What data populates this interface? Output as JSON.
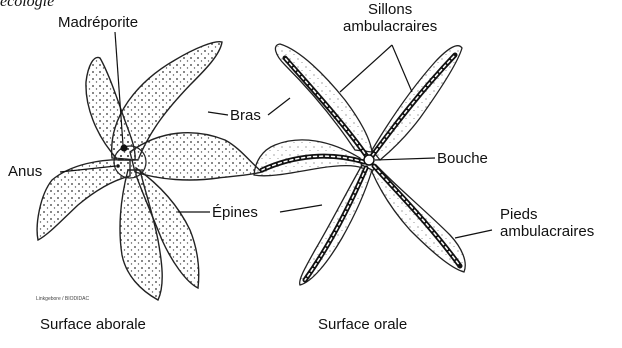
{
  "corner_text": "ecologie",
  "labels": {
    "madreporite": "Madréporite",
    "sillons": "Sillons\nambulacraires",
    "bras": "Bras",
    "anus": "Anus",
    "bouche": "Bouche",
    "epines": "Épines",
    "pieds": "Pieds\nambulacraires"
  },
  "captions": {
    "aboral": "Surface aborale",
    "oral": "Surface orale"
  },
  "credit": "Linkgebore / BIODIDAC"
}
